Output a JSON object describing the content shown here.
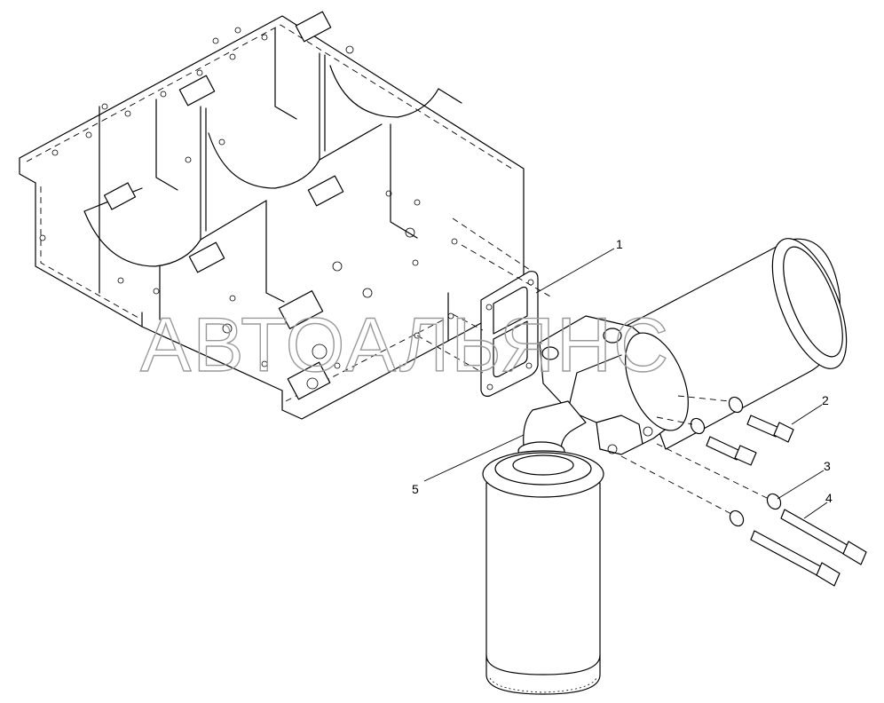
{
  "diagram": {
    "watermark": "АВТОАЛЬЯНС",
    "callouts": [
      {
        "id": "1",
        "label": "1"
      },
      {
        "id": "2",
        "label": "2"
      },
      {
        "id": "3",
        "label": "3"
      },
      {
        "id": "4",
        "label": "4"
      },
      {
        "id": "5",
        "label": "5"
      }
    ]
  }
}
